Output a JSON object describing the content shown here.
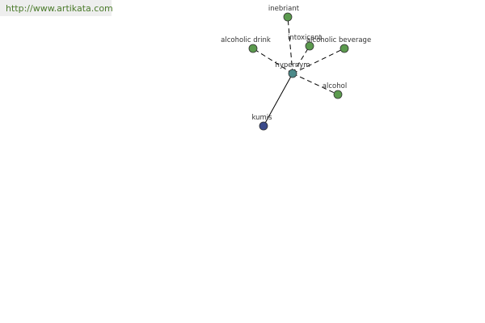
{
  "banner": {
    "url": "http://www.artikata.com"
  },
  "colors": {
    "related": "#5b9a4e",
    "center": "#4c8a8a",
    "word": "#3a4a8a",
    "banner_text": "#4a7a2a",
    "banner_bg": "#eeeeee"
  },
  "graph": {
    "center": {
      "id": "hypernym",
      "label": "hypernym"
    },
    "word": {
      "id": "kumis",
      "label": "kumis"
    },
    "related": [
      {
        "id": "inebriant",
        "label": "inebriant"
      },
      {
        "id": "intoxicant",
        "label": "intoxicant"
      },
      {
        "id": "alcoholic-drink",
        "label": "alcoholic drink"
      },
      {
        "id": "alcoholic-beverage",
        "label": "alcoholic beverage"
      },
      {
        "id": "alcohol",
        "label": "alcohol"
      }
    ]
  }
}
